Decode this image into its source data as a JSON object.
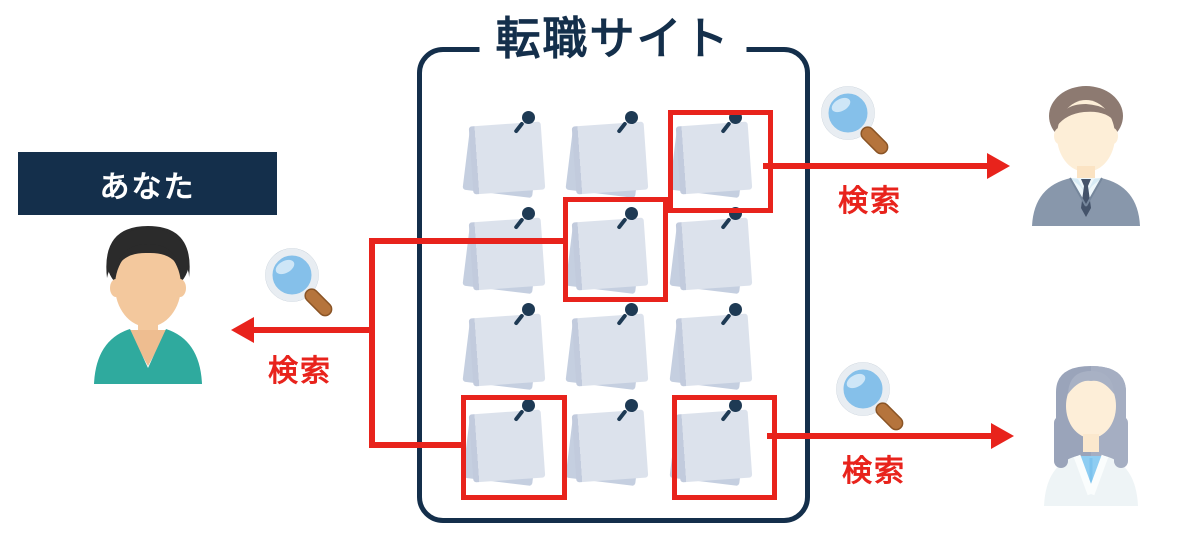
{
  "title": "転職サイト",
  "you": {
    "label": "あなた"
  },
  "board": {
    "rows": 4,
    "cols": 3,
    "note_count": 12,
    "highlighted_cells": [
      "row1-col3",
      "row2-col2",
      "row4-col1",
      "row4-col3"
    ]
  },
  "searches": [
    {
      "id": "search-to-you",
      "label": "検索",
      "direction": "left",
      "sources": [
        "row2-col2",
        "row4-col1"
      ],
      "target": "you"
    },
    {
      "id": "search-to-businessman",
      "label": "検索",
      "direction": "right",
      "sources": [
        "row1-col3"
      ],
      "target": "businessman"
    },
    {
      "id": "search-to-woman",
      "label": "検索",
      "direction": "right",
      "sources": [
        "row4-col3"
      ],
      "target": "woman"
    }
  ],
  "people": [
    {
      "id": "you",
      "appearance": "man-teal-shirt"
    },
    {
      "id": "businessman",
      "appearance": "man-gray-suit"
    },
    {
      "id": "woman",
      "appearance": "woman-white-coat"
    }
  ],
  "colors": {
    "navy": "#142f4b",
    "red": "#e8231c",
    "note_front": "#dce2ec",
    "note_back": "#c5cfe0",
    "pin": "#1e3a54",
    "shirt_teal": "#2faa9e",
    "suit_gray": "#8897ab",
    "coat_white": "#eef4f6",
    "lens_blue": "#85c0ea",
    "handle_brown": "#b5743c"
  }
}
